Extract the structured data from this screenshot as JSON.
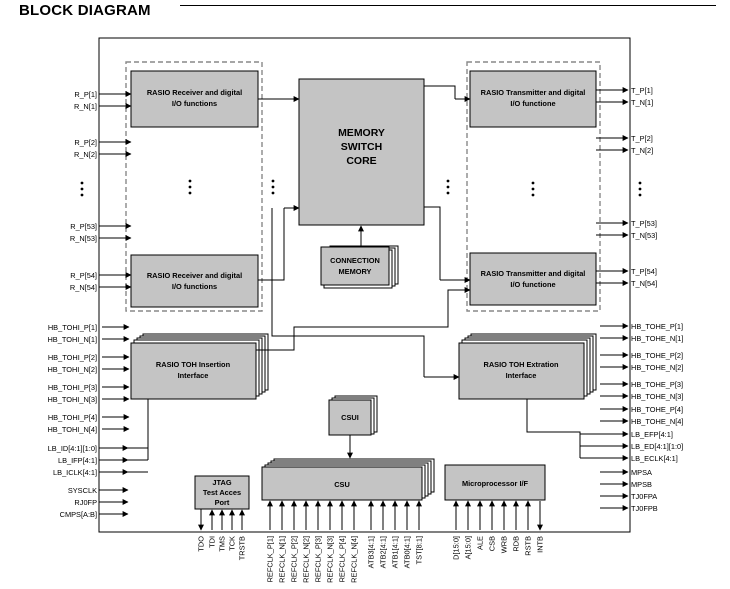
{
  "heading": "BLOCK DIAGRAM",
  "blocks": {
    "rx_top": [
      "RASIO Receiver and digital",
      "I/O functions"
    ],
    "rx_bottom": [
      "RASIO Receiver and digital",
      "I/O functions"
    ],
    "tx_top": [
      "RASIO Transmitter and digital",
      "I/O functione"
    ],
    "tx_bottom": [
      "RASIO Transmitter and digital",
      "I/O functione"
    ],
    "memory": [
      "MEMORY",
      "SWITCH",
      "CORE"
    ],
    "conn_mem": [
      "CONNECTION",
      "MEMORY"
    ],
    "toh_ins": [
      "RASIO TOH Insertion",
      "Interface"
    ],
    "toh_ext": [
      "RASIO TOH Extration",
      "Interface"
    ],
    "csui": "CSUI",
    "csu": "CSU",
    "jtag": [
      "JTAG",
      "Test Acces",
      "Port"
    ],
    "mpif": "Microprocessor I/F"
  },
  "left_signals": [
    "R_P[1]",
    "R_N[1]",
    "R_P[2]",
    "R_N[2]",
    "R_P[53]",
    "R_N[53]",
    "R_P[54]",
    "R_N[54]"
  ],
  "right_signals": [
    "T_P[1]",
    "T_N[1]",
    "T_P[2]",
    "T_N[2]",
    "T_P[53]",
    "T_N[53]",
    "T_P[54]",
    "T_N[54]"
  ],
  "left_toh": [
    "HB_TOHI_P[1]",
    "HB_TOHI_N[1]",
    "HB_TOHI_P[2]",
    "HB_TOHI_N[2]",
    "HB_TOHI_P[3]",
    "HB_TOHI_N[3]",
    "HB_TOHI_P[4]",
    "HB_TOHI_N[4]"
  ],
  "left_lb": [
    "LB_ID[4:1][1:0]",
    "LB_IFP[4:1]",
    "LB_ICLK[4:1]"
  ],
  "left_misc": [
    "SYSCLK",
    "RJ0FP",
    "CMPS[A:B]"
  ],
  "right_toh": [
    "HB_TOHE_P[1]",
    "HB_TOHE_N[1]",
    "HB_TOHE_P[2]",
    "HB_TOHE_N[2]",
    "HB_TOHE_P[3]",
    "HB_TOHE_N[3]",
    "HB_TOHE_P[4]",
    "HB_TOHE_N[4]"
  ],
  "right_lb": [
    "LB_EFP[4:1]",
    "LB_ED[4:1][1:0]",
    "LB_ECLK[4:1]"
  ],
  "right_misc": [
    "MPSA",
    "MPSB",
    "TJ0FPA",
    "TJ0FPB"
  ],
  "jtag_pins": [
    "TDO",
    "TDI",
    "TMS",
    "TCK",
    "TRSTB"
  ],
  "csu_pins": [
    "REFCLK_P[1]",
    "REFCLK_N[1]",
    "REFCLK_P[2]",
    "REFCLK_N[2]",
    "REFCLK_P[3]",
    "REFCLK_N[3]",
    "REFCLK_P[4]",
    "REFCLK_N[4]",
    "ATB3[4:1]",
    "ATB2[4:1]",
    "ATB1[4:1]",
    "ATB0[4:1]",
    "TST[8:1]"
  ],
  "mp_pins": [
    "D[15:0]",
    "A[15:0]",
    "ALE",
    "CSB",
    "WRB",
    "RDB",
    "RSTB",
    "INTB"
  ]
}
